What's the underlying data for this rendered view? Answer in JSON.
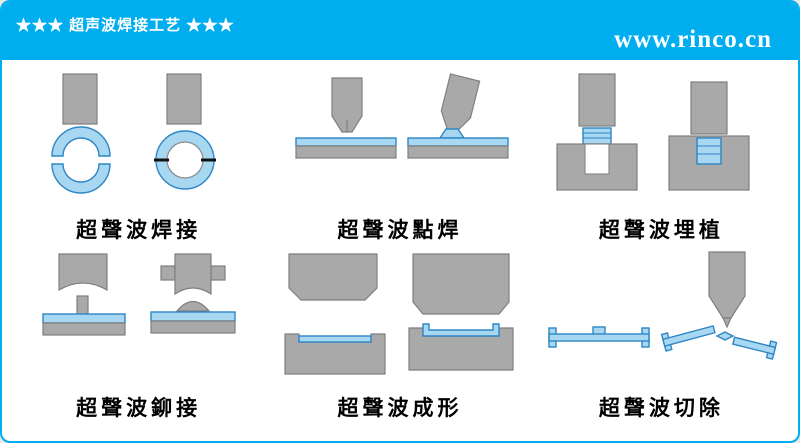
{
  "header": {
    "title": "★★★ 超声波焊接工艺 ★★★",
    "website": "www.rinco.cn"
  },
  "diagrams": [
    {
      "id": "welding",
      "label": "超聲波焊接"
    },
    {
      "id": "spot-welding",
      "label": "超聲波點焊"
    },
    {
      "id": "insertion",
      "label": "超聲波埋植"
    },
    {
      "id": "riveting",
      "label": "超聲波鉚接"
    },
    {
      "id": "forming",
      "label": "超聲波成形"
    },
    {
      "id": "cutting",
      "label": "超聲波切除"
    }
  ],
  "colors": {
    "header_bg": "#00aeef",
    "border": "#00aeef",
    "part_gray": "#a9a9a9",
    "part_blue": "#a8d7f2",
    "text": "#000000",
    "header_text": "#ffffff"
  }
}
